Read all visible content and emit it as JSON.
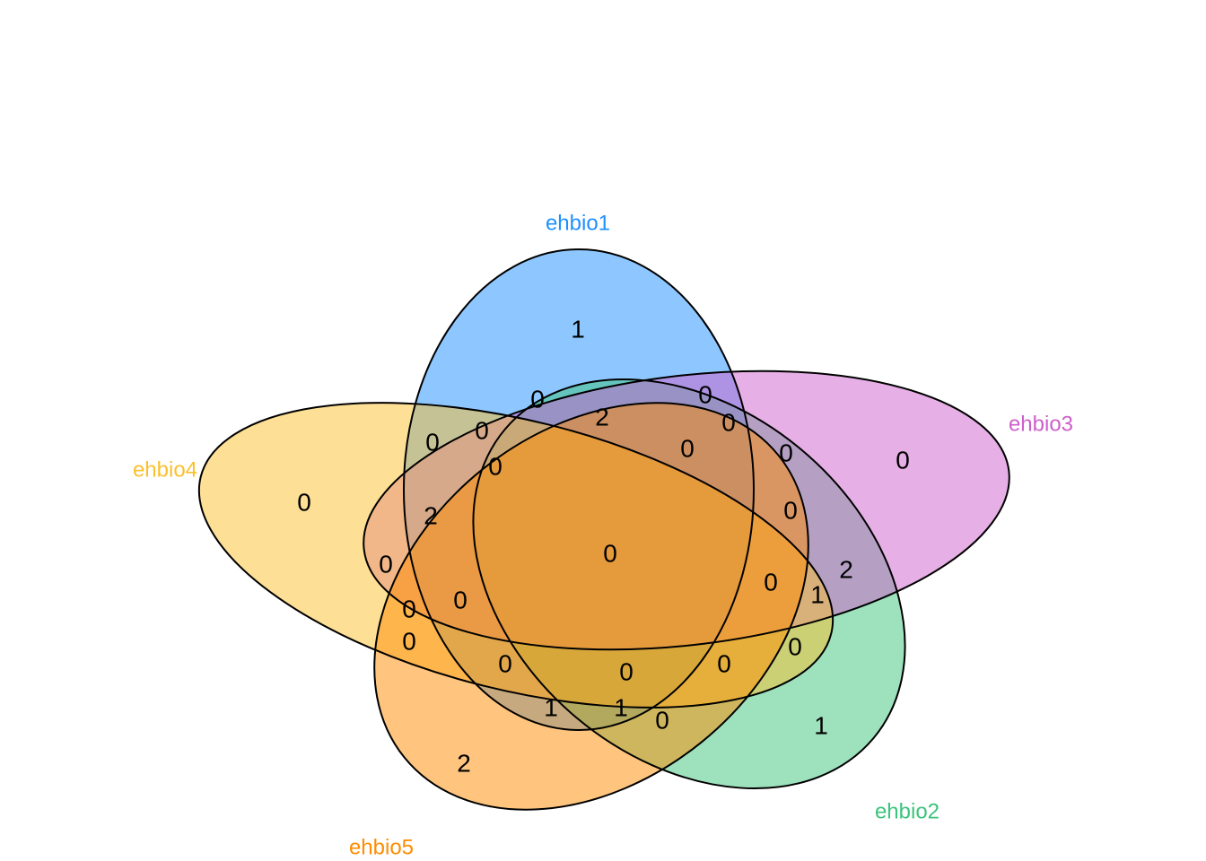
{
  "sets": [
    {
      "name": "ehbio1",
      "color": "#1E90FF"
    },
    {
      "name": "ehbio2",
      "color": "#3CC47C"
    },
    {
      "name": "ehbio3",
      "color": "#CD5FCB"
    },
    {
      "name": "ehbio4",
      "color": "#FBC02D"
    },
    {
      "name": "ehbio5",
      "color": "#FF8C00"
    }
  ],
  "regions": [
    {
      "sets": [
        "ehbio1"
      ],
      "count": "1"
    },
    {
      "sets": [
        "ehbio2"
      ],
      "count": "1"
    },
    {
      "sets": [
        "ehbio3"
      ],
      "count": "0"
    },
    {
      "sets": [
        "ehbio4"
      ],
      "count": "0"
    },
    {
      "sets": [
        "ehbio5"
      ],
      "count": "2"
    },
    {
      "sets": [
        "ehbio1",
        "ehbio2"
      ],
      "count": "0"
    },
    {
      "sets": [
        "ehbio1",
        "ehbio3"
      ],
      "count": "0"
    },
    {
      "sets": [
        "ehbio1",
        "ehbio4"
      ],
      "count": "0"
    },
    {
      "sets": [
        "ehbio1",
        "ehbio5"
      ],
      "count": "1"
    },
    {
      "sets": [
        "ehbio2",
        "ehbio3"
      ],
      "count": "2"
    },
    {
      "sets": [
        "ehbio2",
        "ehbio4"
      ],
      "count": "0"
    },
    {
      "sets": [
        "ehbio2",
        "ehbio5"
      ],
      "count": "0"
    },
    {
      "sets": [
        "ehbio3",
        "ehbio4"
      ],
      "count": "0"
    },
    {
      "sets": [
        "ehbio3",
        "ehbio5"
      ],
      "count": "0"
    },
    {
      "sets": [
        "ehbio4",
        "ehbio5"
      ],
      "count": "0"
    },
    {
      "sets": [
        "ehbio1",
        "ehbio2",
        "ehbio3"
      ],
      "count": "2"
    },
    {
      "sets": [
        "ehbio1",
        "ehbio2",
        "ehbio4"
      ],
      "count": "0"
    },
    {
      "sets": [
        "ehbio1",
        "ehbio2",
        "ehbio5"
      ],
      "count": "1"
    },
    {
      "sets": [
        "ehbio1",
        "ehbio3",
        "ehbio4"
      ],
      "count": "0"
    },
    {
      "sets": [
        "ehbio1",
        "ehbio3",
        "ehbio5"
      ],
      "count": "2"
    },
    {
      "sets": [
        "ehbio1",
        "ehbio4",
        "ehbio5"
      ],
      "count": "0"
    },
    {
      "sets": [
        "ehbio2",
        "ehbio3",
        "ehbio4"
      ],
      "count": "0"
    },
    {
      "sets": [
        "ehbio2",
        "ehbio3",
        "ehbio5"
      ],
      "count": "1"
    },
    {
      "sets": [
        "ehbio2",
        "ehbio4",
        "ehbio5"
      ],
      "count": "0"
    },
    {
      "sets": [
        "ehbio3",
        "ehbio4",
        "ehbio5"
      ],
      "count": "0"
    },
    {
      "sets": [
        "ehbio1",
        "ehbio2",
        "ehbio3",
        "ehbio4"
      ],
      "count": "0"
    },
    {
      "sets": [
        "ehbio1",
        "ehbio2",
        "ehbio3",
        "ehbio5"
      ],
      "count": "0"
    },
    {
      "sets": [
        "ehbio1",
        "ehbio2",
        "ehbio4",
        "ehbio5"
      ],
      "count": "0"
    },
    {
      "sets": [
        "ehbio1",
        "ehbio3",
        "ehbio4",
        "ehbio5"
      ],
      "count": "0"
    },
    {
      "sets": [
        "ehbio2",
        "ehbio3",
        "ehbio4",
        "ehbio5"
      ],
      "count": "0"
    },
    {
      "sets": [
        "ehbio1",
        "ehbio2",
        "ehbio3",
        "ehbio4",
        "ehbio5"
      ],
      "count": "0"
    }
  ]
}
